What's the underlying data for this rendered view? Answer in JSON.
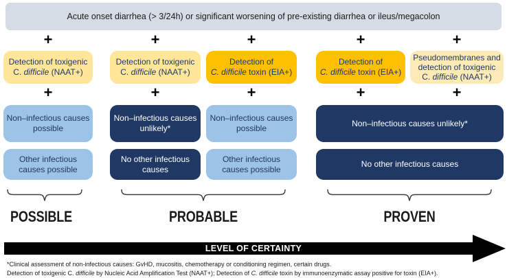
{
  "colors": {
    "header_bg": "#D6DCE5",
    "yellow_light": "#FFE699",
    "yellow_lighter": "#FDEBB7",
    "gold": "#FFC000",
    "light_blue": "#9DC3E6",
    "navy": "#1F3864",
    "arrow_black": "#000000"
  },
  "plus": "+",
  "header": {
    "label": "Acute onset diarrhea (> 3/24h) or significant worsening of pre-existing diarrhea or ileus/megacolon"
  },
  "test_row": [
    {
      "name": "naat-possible",
      "lines": {
        "l1": [
          {
            "t": "Detection of toxigenic"
          }
        ],
        "l2": [
          {
            "t": "C. "
          },
          {
            "t": "difficile",
            "i": true
          },
          {
            "t": " (NAAT+)"
          }
        ]
      }
    },
    {
      "name": "naat-probable",
      "lines": {
        "l1": [
          {
            "t": "Detection of toxigenic"
          }
        ],
        "l2": [
          {
            "t": "C. "
          },
          {
            "t": "difficile",
            "i": true
          },
          {
            "t": " (NAAT+)"
          }
        ]
      }
    },
    {
      "name": "eia-probable",
      "lines": {
        "l1": [
          {
            "t": "Detection of"
          }
        ],
        "l2": [
          {
            "t": "C. difficile",
            "i": true
          },
          {
            "t": " toxin (EIA+)"
          }
        ]
      }
    },
    {
      "name": "eia-proven",
      "lines": {
        "l1": [
          {
            "t": "Detection of"
          }
        ],
        "l2": [
          {
            "t": "C. difficile",
            "i": true
          },
          {
            "t": " toxin (EIA+)"
          }
        ]
      }
    },
    {
      "name": "pseudomembranes-naat",
      "lines": {
        "l1": [
          {
            "t": "Pseudomembranes and"
          }
        ],
        "l2": [
          {
            "t": "detection of toxigenic"
          }
        ],
        "l3": [
          {
            "t": "C. "
          },
          {
            "t": "difficile",
            "i": true
          },
          {
            "t": " (NAAT+)"
          }
        ]
      }
    }
  ],
  "noninfectious_row": [
    {
      "text": "Non–infectious causes possible"
    },
    {
      "text": "Non–infectious causes unlikely*"
    },
    {
      "text": "Non–infectious causes possible"
    },
    {
      "text": "Non–infectious causes unlikely*"
    }
  ],
  "other_infectious_row": [
    {
      "text": "Other infectious causes possible"
    },
    {
      "text": "No other infectious causes"
    },
    {
      "text": "Other infectious causes possible"
    },
    {
      "text": "No other infectious causes"
    }
  ],
  "certainty_labels": [
    {
      "label": "POSSIBLE"
    },
    {
      "label": "PROBABLE"
    },
    {
      "label": "PROVEN"
    }
  ],
  "arrow": {
    "label": "LEVEL OF CERTAINTY"
  },
  "footnotes": {
    "line1": "*Clinical assessment of non-infectious causes: GvHD, mucositis, chemotherapy or conditioning regimen, certain drugs.",
    "line2": [
      {
        "t": "Detection of toxigenic C. "
      },
      {
        "t": "difficile",
        "i": true
      },
      {
        "t": " by Nucleic Acid Amplification Test (NAAT+); Detection of "
      },
      {
        "t": "C. difficile",
        "i": true
      },
      {
        "t": " toxin by immunoenzymatic assay positive for toxin (EIA+)."
      }
    ]
  }
}
